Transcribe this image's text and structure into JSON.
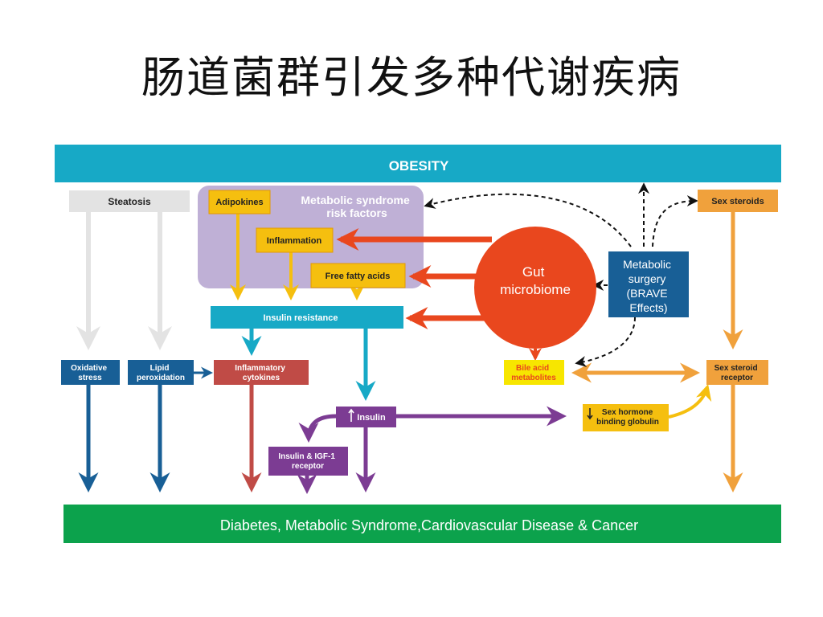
{
  "title": "肠道菌群引发多种代谢疾病",
  "colors": {
    "teal": "#17a9c6",
    "green": "#0ca24c",
    "lavender": "#bfb0d6",
    "yellow": "#f5bf0f",
    "red_orange": "#e9471e",
    "gray": "#e3e3e3",
    "navy": "#185f96",
    "brick": "#c04b46",
    "purple": "#7c3c93",
    "orange": "#f0a13c"
  },
  "nodes": {
    "obesity": "OBESITY",
    "outcome": "Diabetes, Metabolic Syndrome,Cardiovascular Disease & Cancer",
    "steatosis": "Steatosis",
    "metabolic_syndrome": [
      "Metabolic syndrome",
      "risk factors"
    ],
    "adipokines": "Adipokines",
    "inflammation": "Inflammation",
    "free_fatty_acids": "Free fatty acids",
    "gut_microbiome": [
      "Gut",
      "microbiome"
    ],
    "metabolic_surgery": [
      "Metabolic",
      "surgery",
      "(BRAVE",
      "Effects)"
    ],
    "sex_steroids": "Sex steroids",
    "insulin_resistance": "Insulin resistance",
    "oxidative_stress": [
      "Oxidative",
      "stress"
    ],
    "lipid_peroxidation": [
      "Lipid",
      "peroxidation"
    ],
    "inflammatory_cytokines": [
      "Inflammatory",
      "cytokines"
    ],
    "bile_acid_metabolites": [
      "Bile acid",
      "metabolites"
    ],
    "sex_steroid_receptor": [
      "Sex steroid",
      "receptor"
    ],
    "insulin": "Insulin",
    "shbg": [
      "Sex hormone",
      "binding globulin"
    ],
    "igf1_receptor": [
      "Insulin & IGF-1",
      "receptor"
    ]
  }
}
